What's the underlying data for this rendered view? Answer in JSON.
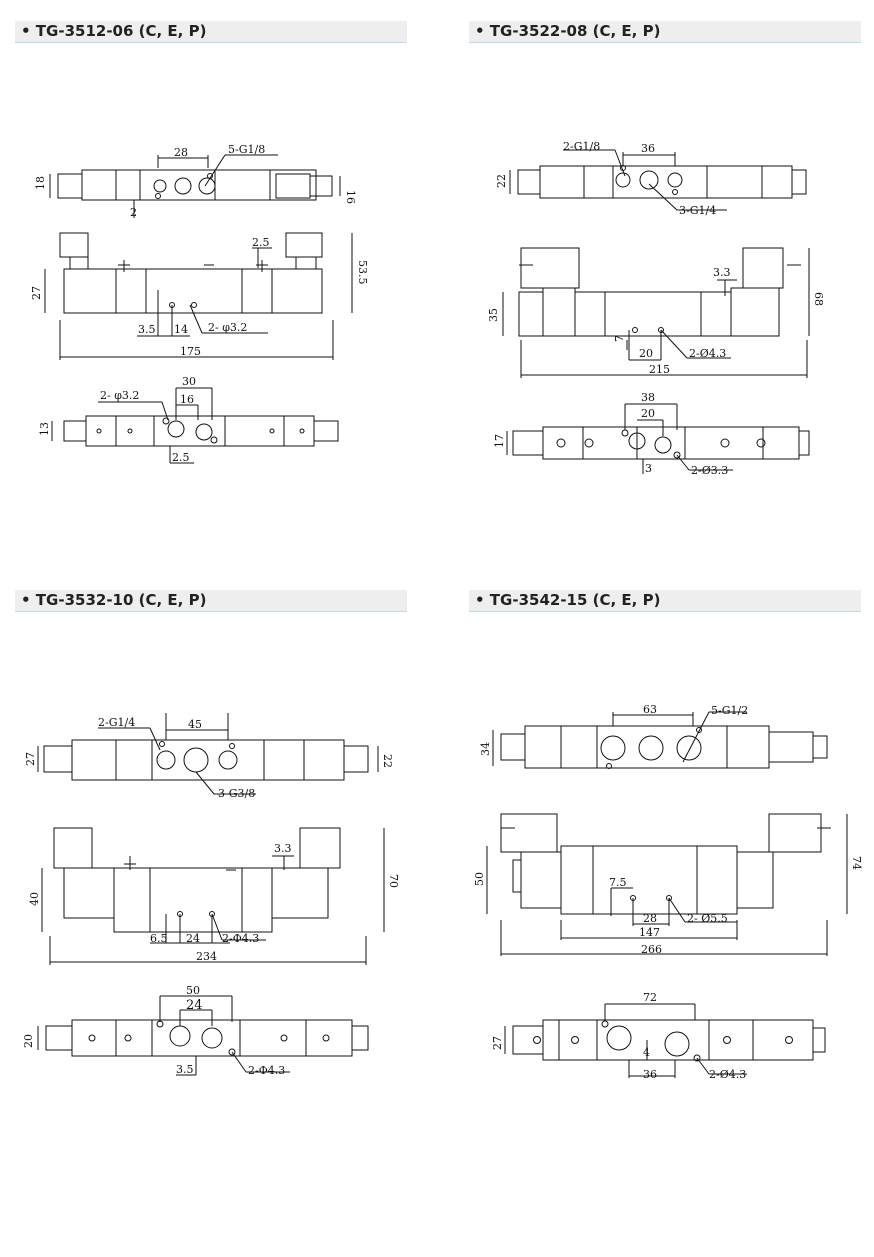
{
  "sections": [
    {
      "title": "• TG-3512-06 (C, E, P)",
      "labels": {
        "top_width": "28",
        "top_port": "5-G1/8",
        "top_left_h": "18",
        "top_right_h": "16",
        "top_small": "2",
        "front_a": "2.5",
        "front_h": "53.5",
        "front_left_h": "27",
        "front_b": "3.5",
        "front_c": "14",
        "front_holes": "2- φ3.2",
        "front_len": "175",
        "bottom_holes": "2- φ3.2",
        "bottom_a": "30",
        "bottom_b": "16",
        "bottom_h": "13",
        "bottom_c": "2.5"
      }
    },
    {
      "title": "• TG-3522-08 (C, E, P)",
      "labels": {
        "top_width": "36",
        "top_port": "2-G1/8",
        "top_port2": "3-G1/4",
        "top_left_h": "22",
        "front_a": "3.3",
        "front_h": "68",
        "front_left_h": "35",
        "front_b": "7",
        "front_c": "20",
        "front_holes": "2-Ø4.3",
        "front_len": "215",
        "bottom_a": "38",
        "bottom_b": "20",
        "bottom_h": "17",
        "bottom_c": "3",
        "bottom_holes": "2-Ø3.3"
      }
    },
    {
      "title": "• TG-3532-10 (C, E, P)",
      "labels": {
        "top_width": "45",
        "top_port": "2-G1/4",
        "top_port2": "3-G3/8",
        "top_left_h": "27",
        "top_right_h": "22",
        "front_a": "3.3",
        "front_h": "70",
        "front_left_h": "40",
        "front_b": "6.5",
        "front_c": "24",
        "front_holes": "2-Φ4.3",
        "front_len": "234",
        "bottom_a": "50",
        "bottom_b": "24",
        "bottom_h": "20",
        "bottom_c": "3.5",
        "bottom_holes": "2-Φ4.3"
      }
    },
    {
      "title": "• TG-3542-15 (C, E, P)",
      "labels": {
        "top_width": "63",
        "top_port": "5-G1/2",
        "top_left_h": "34",
        "front_a": "7.5",
        "front_h": "74",
        "front_left_h": "50",
        "front_c": "28",
        "front_holes": "2- Ø5.5",
        "front_mid": "147",
        "front_len": "266",
        "bottom_a": "72",
        "bottom_h": "27",
        "bottom_b": "4",
        "bottom_c": "36",
        "bottom_holes": "2-Ø4.3"
      }
    }
  ]
}
